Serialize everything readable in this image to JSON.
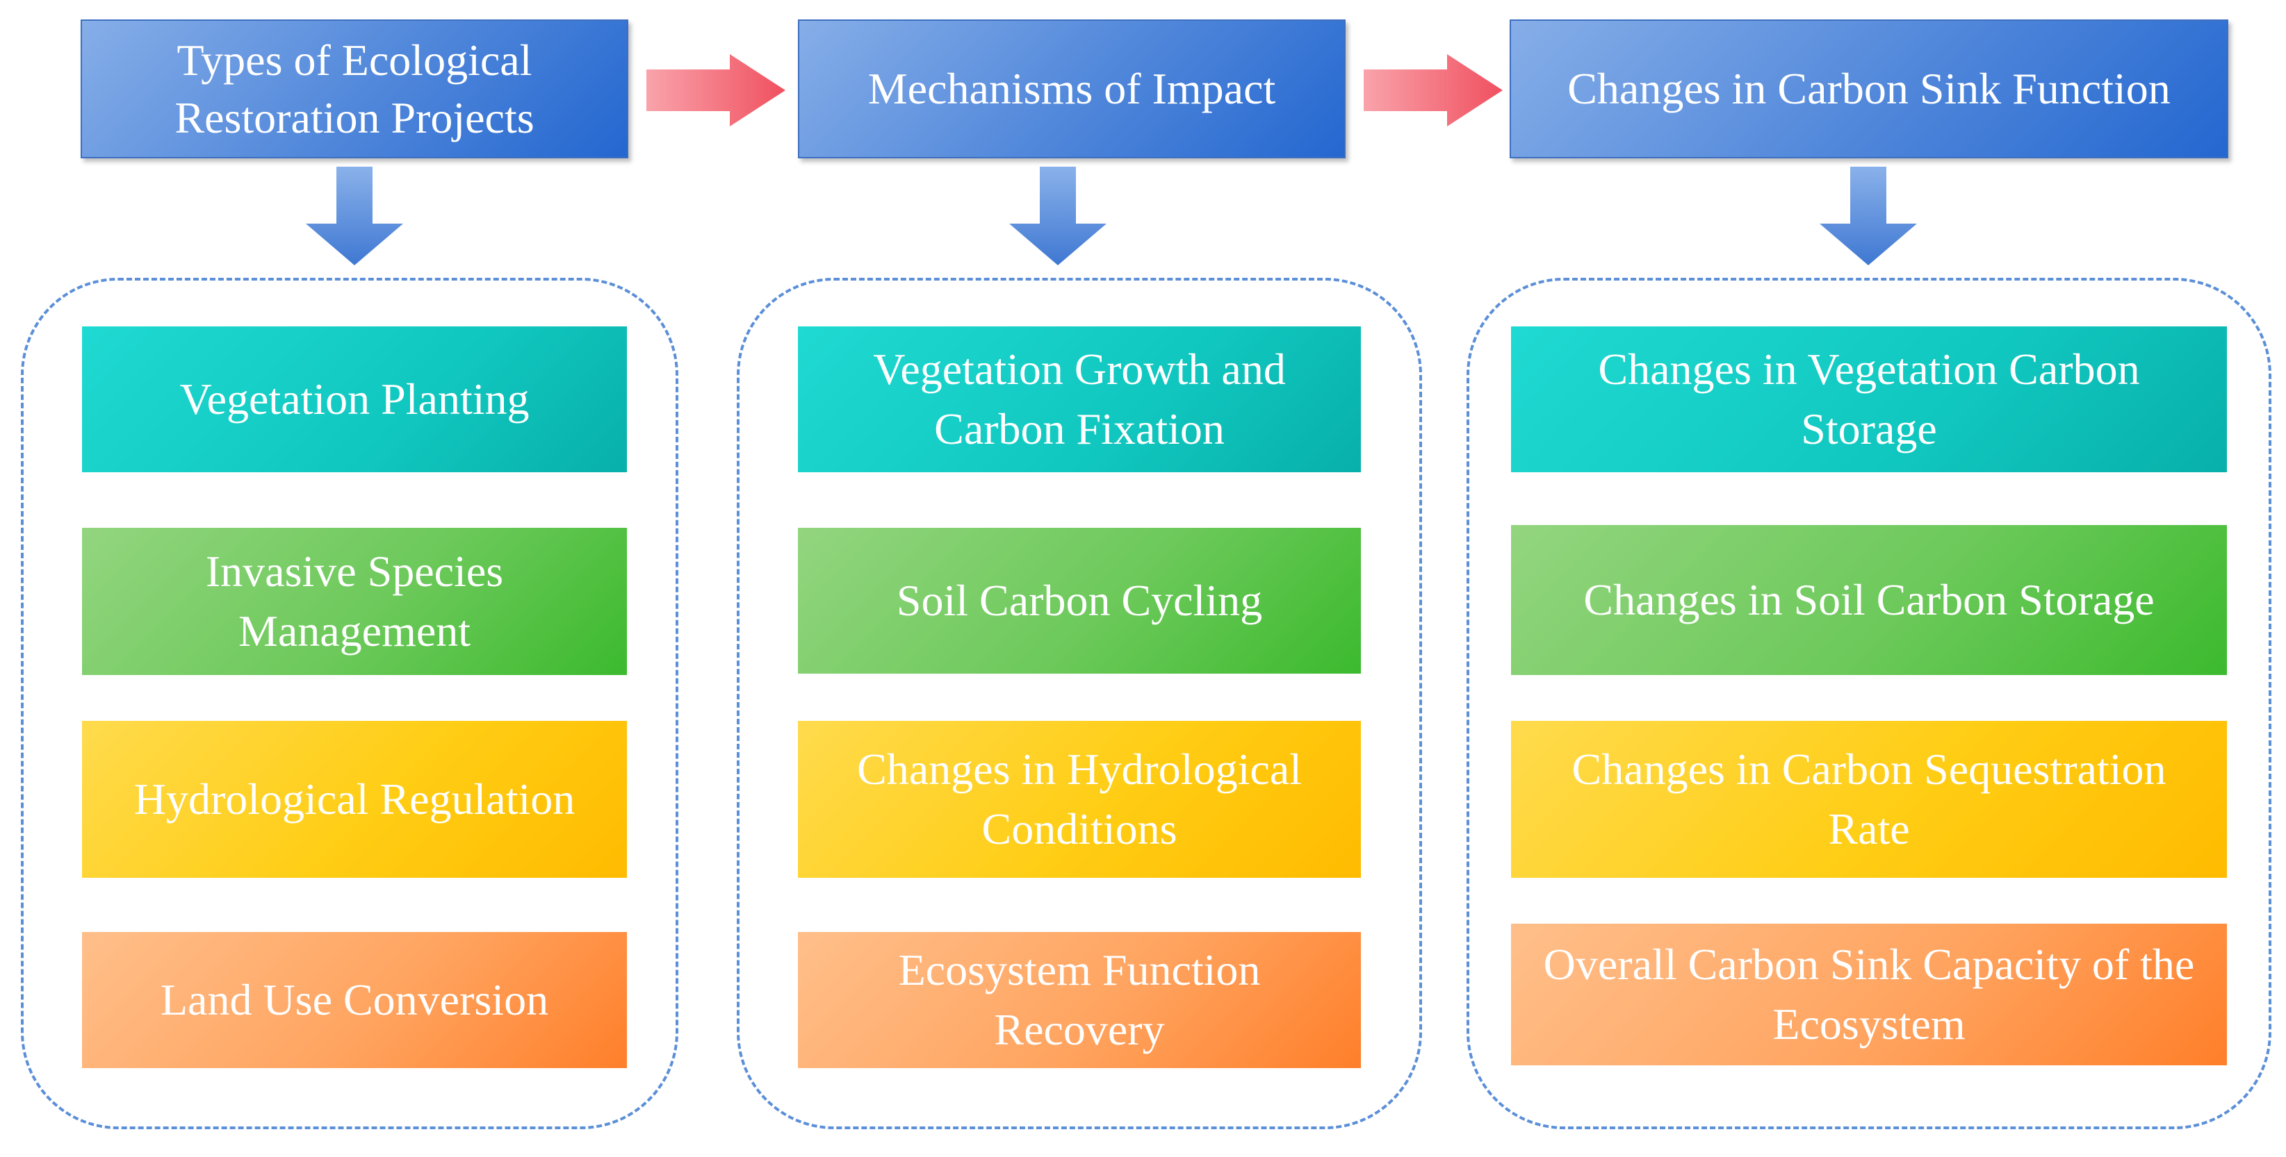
{
  "columns": [
    {
      "header": "Types of Ecological Restoration Projects",
      "items": [
        "Vegetation Planting",
        "Invasive Species Management",
        "Hydrological Regulation",
        "Land Use Conversion"
      ]
    },
    {
      "header": "Mechanisms of Impact",
      "items": [
        "Vegetation Growth and Carbon Fixation",
        "Soil Carbon Cycling",
        "Changes in Hydrological Conditions",
        "Ecosystem Function Recovery"
      ]
    },
    {
      "header": "Changes in Carbon Sink Function",
      "items": [
        "Changes in Vegetation Carbon Storage",
        "Changes in Soil Carbon Storage",
        "Changes in Carbon Sequestration Rate",
        "Overall Carbon Sink Capacity of the Ecosystem"
      ]
    }
  ],
  "colors": {
    "header": "#4f86da",
    "arrow_right": "#f56f7c",
    "arrow_down": "#4f86da",
    "item_1": "#10c7bf",
    "item_2": "#6cc95a",
    "item_3": "#ffcd14",
    "item_4": "#ffa460",
    "group_border": "#5b8fd8"
  }
}
